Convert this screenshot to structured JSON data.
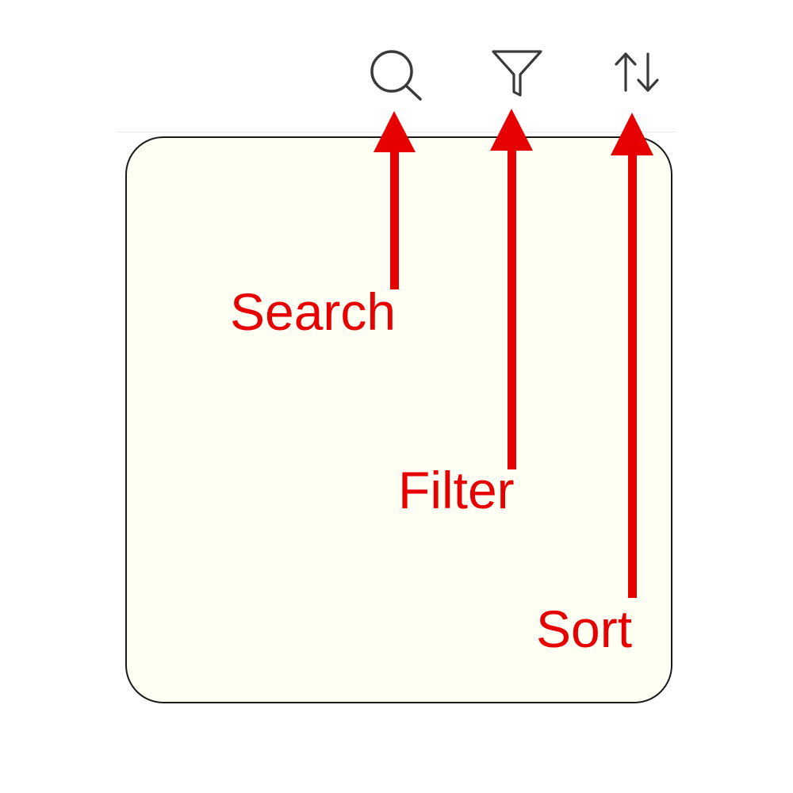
{
  "toolbar": {
    "icons": [
      {
        "name": "search-icon",
        "action": "Search"
      },
      {
        "name": "filter-icon",
        "action": "Filter"
      },
      {
        "name": "sort-icon",
        "action": "Sort"
      }
    ]
  },
  "annotations": {
    "color": "#e60000",
    "search_label": "Search",
    "filter_label": "Filter",
    "sort_label": "Sort"
  },
  "panel": {
    "background": "#fffff4",
    "border_color": "#1a1a1a"
  }
}
